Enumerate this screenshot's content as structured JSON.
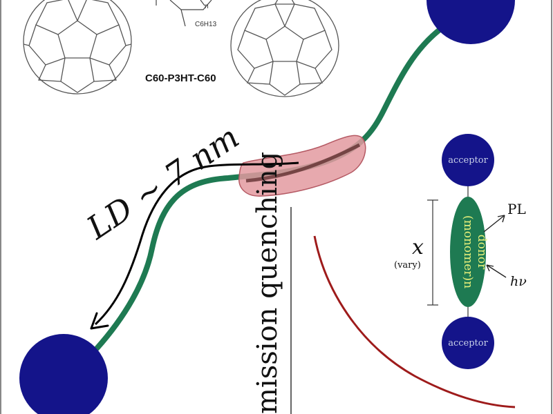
{
  "molecule": {
    "name": "C60-P3HT-C60",
    "side_chain": "C6H13",
    "repeat": "n"
  },
  "diffusion": {
    "label": "LD ~ 7 nm"
  },
  "axis": {
    "label": "mission quenching"
  },
  "schematic": {
    "acceptor_top": "acceptor",
    "acceptor_bottom": "acceptor",
    "donor_line1": "(monomer)n",
    "donor_line2": "donor",
    "length_var": "x",
    "length_note": "(vary)",
    "emission": "PL",
    "excitation": "hν"
  },
  "colors": {
    "acceptor": "#14148a",
    "chain": "#1e7a52",
    "exciton": "#e39aa0",
    "curve": "#9e1b1b"
  }
}
